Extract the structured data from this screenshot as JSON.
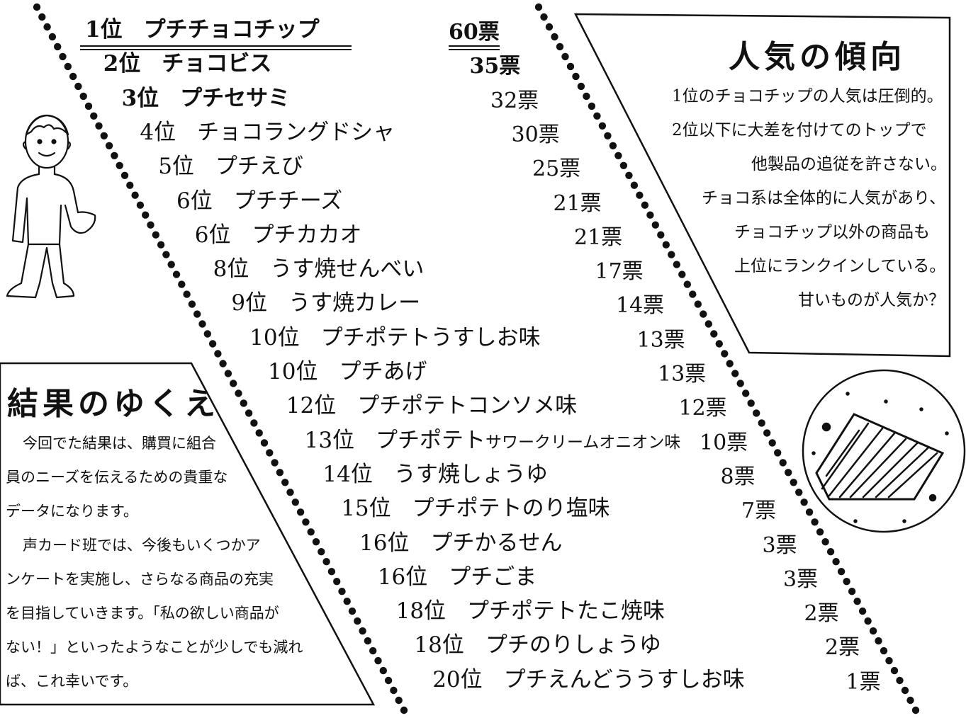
{
  "ranking": [
    {
      "rank": "1位",
      "name": "プチチョコチップ",
      "votes": "60票"
    },
    {
      "rank": "2位",
      "name": "チョコビス",
      "votes": "35票"
    },
    {
      "rank": "3位",
      "name": "プチセサミ",
      "votes": "32票"
    },
    {
      "rank": "4位",
      "name": "チョコラングドシャ",
      "votes": "30票"
    },
    {
      "rank": "5位",
      "name": "プチえび",
      "votes": "25票"
    },
    {
      "rank": "6位",
      "name": "プチチーズ",
      "votes": "21票"
    },
    {
      "rank": "6位",
      "name": "プチカカオ",
      "votes": "21票"
    },
    {
      "rank": "8位",
      "name": "うす焼せんべい",
      "votes": "17票"
    },
    {
      "rank": "9位",
      "name": "うす焼カレー",
      "votes": "14票"
    },
    {
      "rank": "10位",
      "name": "プチポテトうすしお味",
      "votes": "13票"
    },
    {
      "rank": "10位",
      "name": "プチあげ",
      "votes": "13票"
    },
    {
      "rank": "12位",
      "name": "プチポテトコンソメ味",
      "votes": "12票"
    },
    {
      "rank": "13位",
      "name": "プチポテト",
      "name_small": "サワークリームオニオン味",
      "votes": "10票"
    },
    {
      "rank": "14位",
      "name": "うす焼しょうゆ",
      "votes": "8票"
    },
    {
      "rank": "15位",
      "name": "プチポテトのり塩味",
      "votes": "7票"
    },
    {
      "rank": "16位",
      "name": "プチかるせん",
      "votes": "3票"
    },
    {
      "rank": "16位",
      "name": "プチごま",
      "votes": "3票"
    },
    {
      "rank": "18位",
      "name": "プチポテトたこ焼味",
      "votes": "2票"
    },
    {
      "rank": "18位",
      "name": "プチのりしょうゆ",
      "votes": "2票"
    },
    {
      "rank": "20位",
      "name": "プチえんどううすしお味",
      "votes": "1票"
    }
  ],
  "trend": {
    "title": "人気の傾向",
    "lines": [
      "1位のチョコチップの人気は圧倒的。",
      "2位以下に大差を付けてのトップで",
      "他製品の追従を許さない。",
      "チョコ系は全体的に人気があり、",
      "チョコチップ以外の商品も",
      "上位にランクインしている。",
      "甘いものが人気か？"
    ]
  },
  "result": {
    "title": "結果のゆくえ",
    "lines": [
      "今回でた結果は、購買に組合",
      "員のニーズを伝えるための貴重な",
      "データになります。",
      "声カード班では、今後もいくつかア",
      "ンケートを実施し、さらなる商品の充実",
      "を目指していきます。「私の欲しい商品が",
      "ない！」といったようなことが少しでも減れ",
      "ば、これ幸いです。"
    ]
  }
}
